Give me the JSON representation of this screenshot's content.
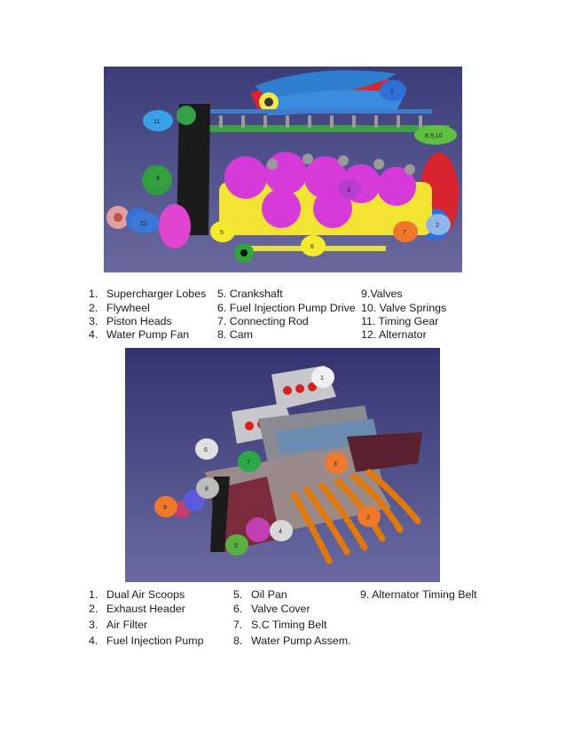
{
  "figure1": {
    "markers": [
      "1",
      "2",
      "3",
      "4",
      "5",
      "6",
      "7",
      "8,9,10",
      "11",
      "12"
    ],
    "legend": [
      {
        "num": "1.",
        "text": "Supercharger Lobes"
      },
      {
        "num": "2.",
        "text": "Flywheel"
      },
      {
        "num": "3.",
        "text": "Piston Heads"
      },
      {
        "num": "4.",
        "text": "Water Pump Fan"
      },
      {
        "num": "",
        "text": "5. Crankshaft"
      },
      {
        "num": "",
        "text": "6. Fuel Injection Pump Drive"
      },
      {
        "num": "",
        "text": "7. Connecting Rod"
      },
      {
        "num": "",
        "text": "8. Cam"
      },
      {
        "num": "",
        "text": "9.Valves"
      },
      {
        "num": "",
        "text": "10. Valve Springs"
      },
      {
        "num": "",
        "text": "11. Timing Gear"
      },
      {
        "num": "",
        "text": "12. Alternator"
      }
    ]
  },
  "figure2": {
    "markers": [
      "1",
      "2",
      "3",
      "4",
      "5",
      "6",
      "7",
      "8",
      "9"
    ],
    "legend": [
      {
        "num": "1.",
        "text": "Dual Air Scoops"
      },
      {
        "num": "2.",
        "text": "Exhaust Header"
      },
      {
        "num": "3.",
        "text": "Air Filter"
      },
      {
        "num": "4.",
        "text": "Fuel Injection Pump"
      },
      {
        "num": "5.",
        "text": "Oil Pan"
      },
      {
        "num": "6.",
        "text": "Valve Cover"
      },
      {
        "num": "7.",
        "text": "S.C Timing Belt"
      },
      {
        "num": "8.",
        "text": "Water Pump Assem."
      },
      {
        "num": "",
        "text": "9. Alternator Timing Belt"
      }
    ]
  }
}
